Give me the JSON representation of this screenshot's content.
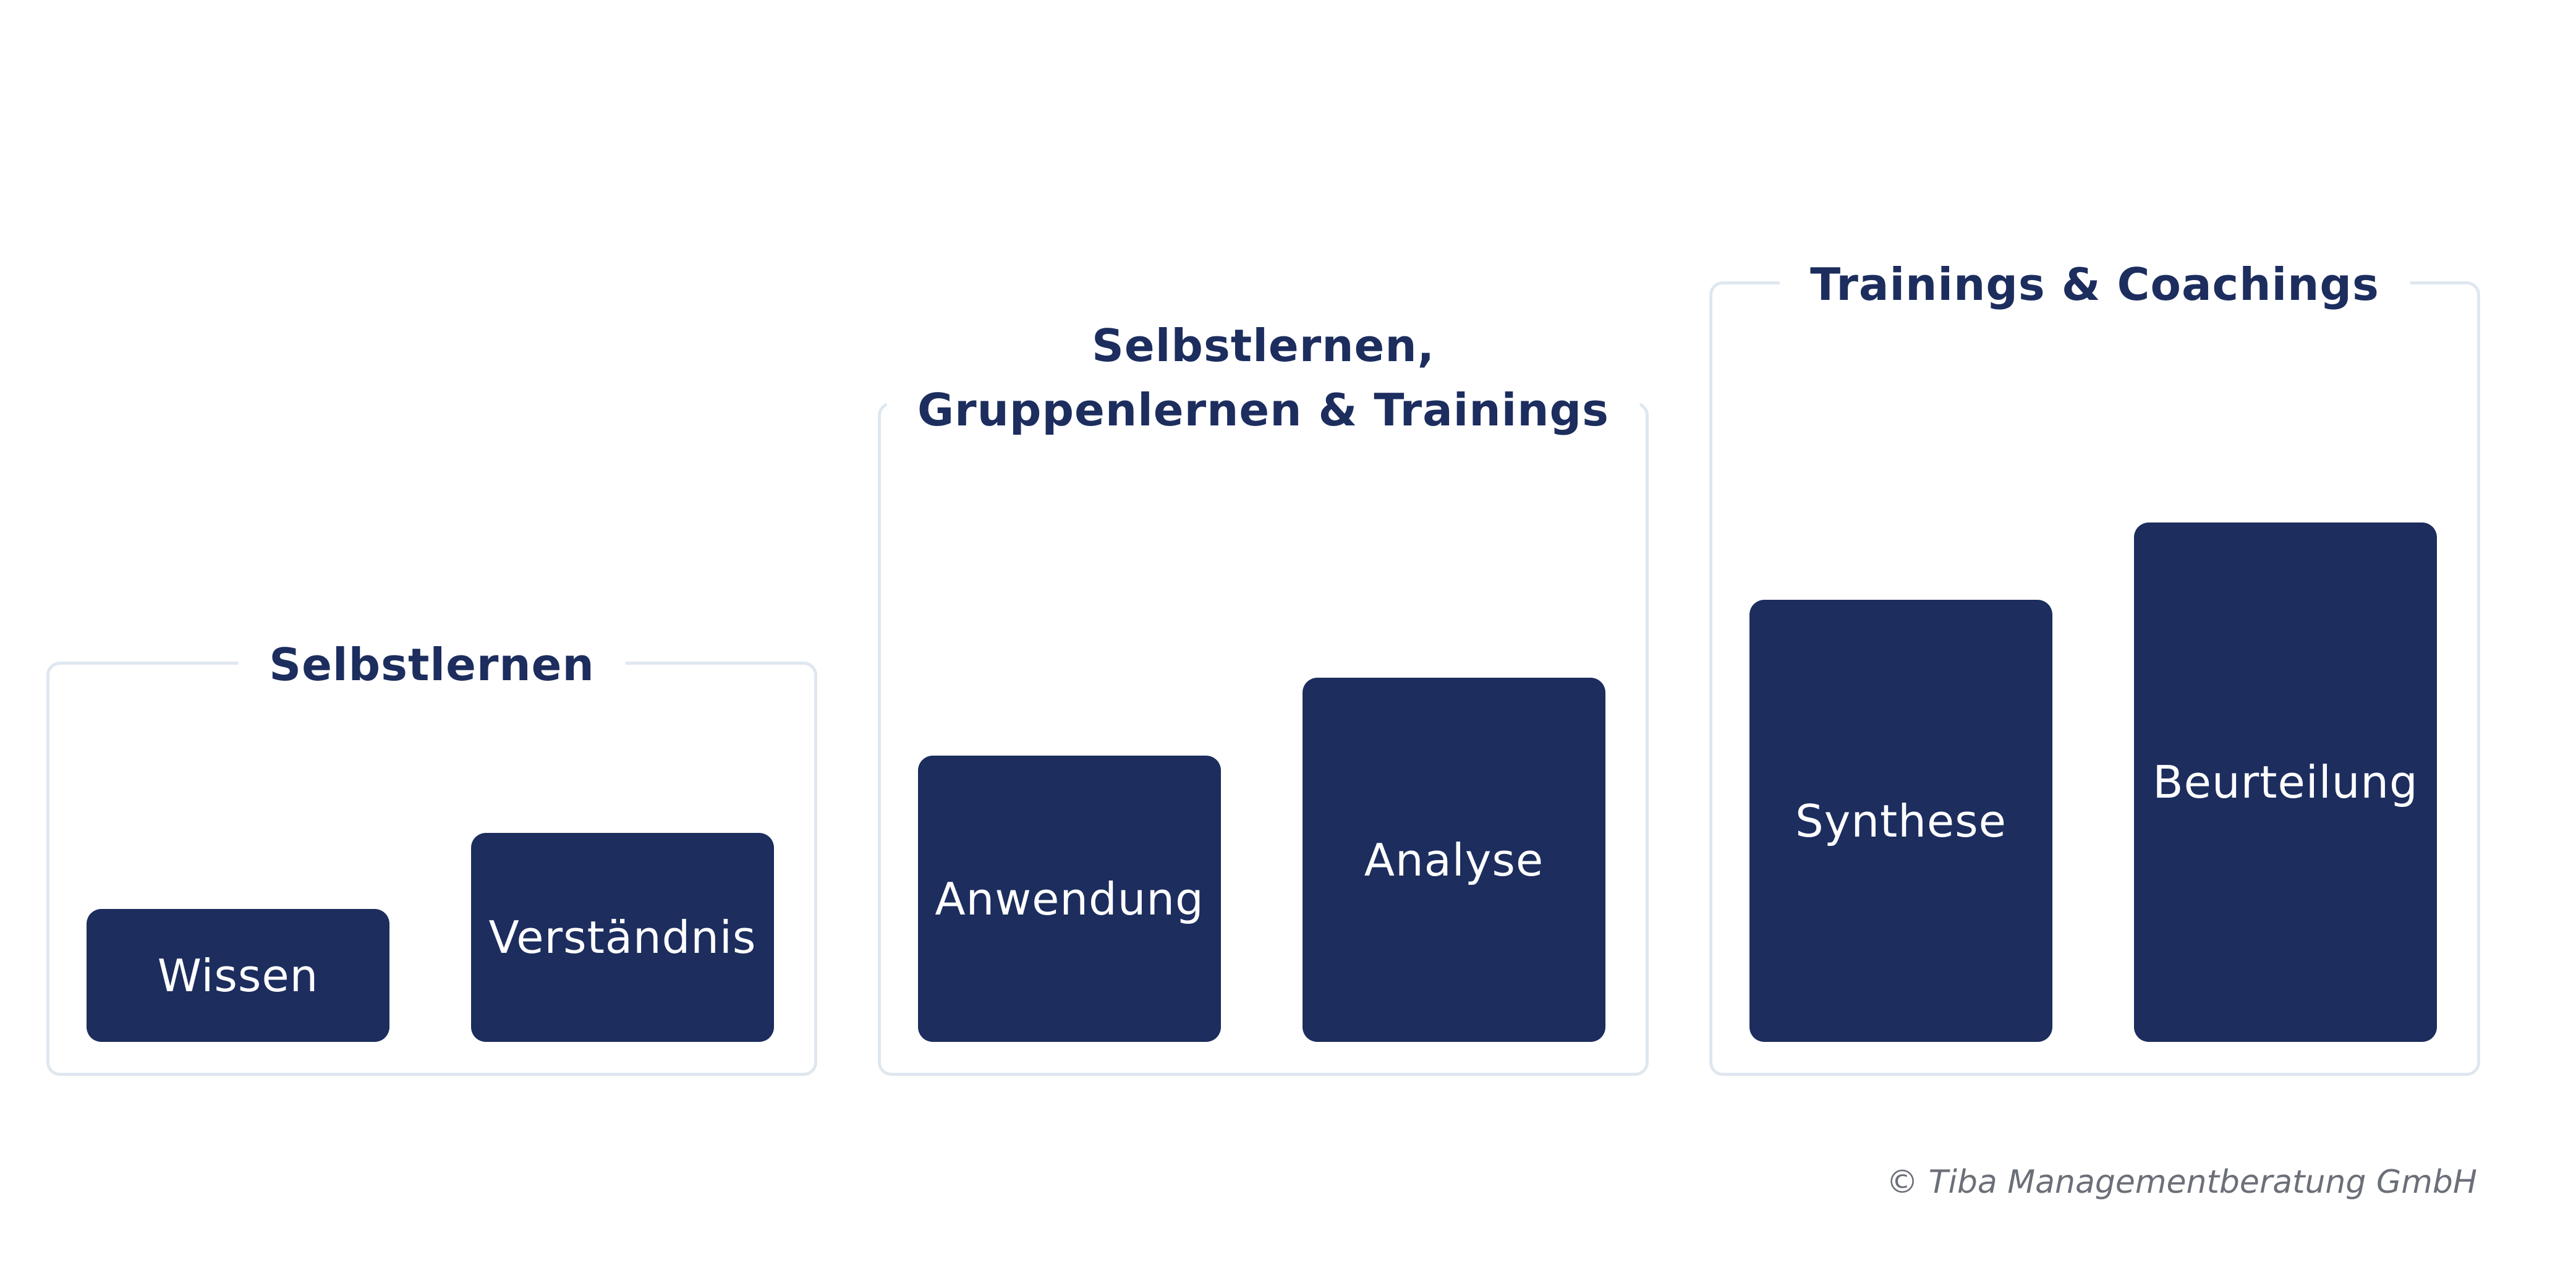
{
  "groups": [
    {
      "title": "Selbstlernen",
      "bars": [
        {
          "label": "Wissen",
          "level": 1
        },
        {
          "label": "Verständnis",
          "level": 2
        }
      ]
    },
    {
      "title_line1": "Selbstlernen,",
      "title_line2": "Gruppenlernen & Trainings",
      "bars": [
        {
          "label": "Anwendung",
          "level": 3
        },
        {
          "label": "Analyse",
          "level": 4
        }
      ]
    },
    {
      "title": "Trainings & Coachings",
      "bars": [
        {
          "label": "Synthese",
          "level": 5
        },
        {
          "label": "Beurteilung",
          "level": 6
        }
      ]
    }
  ],
  "footer": "© Tiba Managementberatung GmbH",
  "colors": {
    "bar": "#1c2d5e",
    "frame": "#dfe7ef",
    "title": "#1c2d5e",
    "footer": "#6b6f78"
  }
}
